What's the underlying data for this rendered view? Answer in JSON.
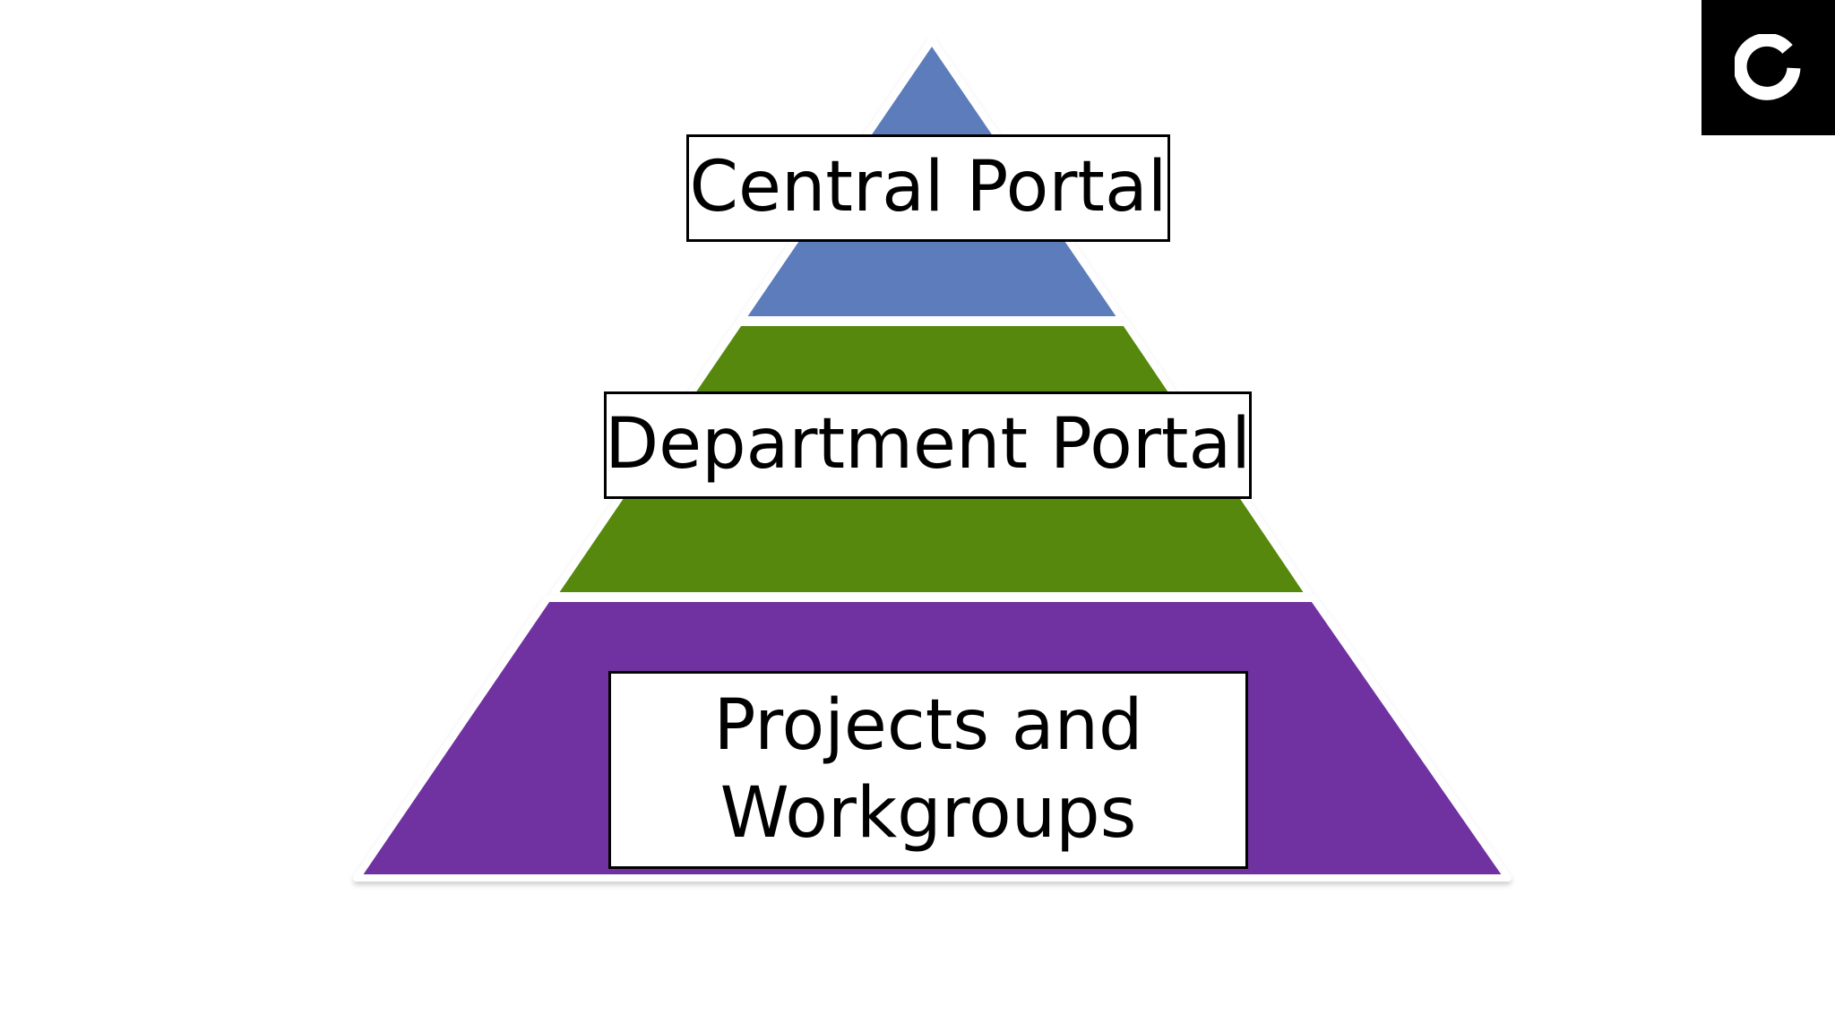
{
  "diagram": {
    "tiers": [
      {
        "id": "top",
        "label": "Central Portal",
        "color": "#5b7bbb"
      },
      {
        "id": "middle",
        "label": "Department Portal",
        "color": "#558807"
      },
      {
        "id": "bottom",
        "label_lines": [
          "Projects and",
          "Workgroups"
        ],
        "color": "#7030a0"
      }
    ],
    "outline_color": "#ffffff",
    "label_border_color": "#000000"
  },
  "brand": {
    "icon": "ring-logo-icon",
    "background": "#000000",
    "foreground": "#ffffff"
  }
}
